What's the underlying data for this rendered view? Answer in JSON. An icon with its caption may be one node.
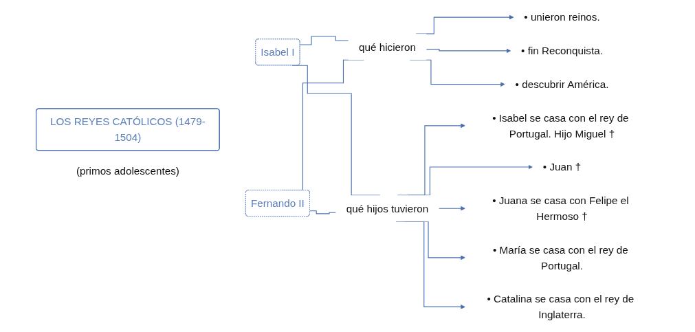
{
  "diagram": {
    "nodes": [
      {
        "text": [
          "LOS REYES CATÓLICOS (1479-1504)"
        ]
      },
      {
        "text": [
          "Isabel I"
        ]
      },
      {
        "text": [
          "(primos adolescentes)"
        ]
      },
      {
        "text": [
          "Fernando II"
        ]
      },
      {
        "text": [
          "qué hicieron"
        ]
      },
      {
        "text": [
          "qué hijos tuvieron"
        ]
      },
      {
        "text": [
          "• unieron reinos."
        ]
      },
      {
        "text": [
          "• fin Reconquista."
        ]
      },
      {
        "text": [
          "• descubrir América."
        ]
      },
      {
        "text": [
          "• Isabel se casa con el rey de Portugal. Hijo Miguel †"
        ]
      },
      {
        "text": [
          "• Juan †"
        ]
      },
      {
        "text": [
          "• Juana se casa con Felipe el Hermoso †"
        ]
      },
      {
        "text": [
          "• María se casa con el rey de Portugal."
        ]
      },
      {
        "text": [
          "• Catalina se casa con el rey de Inglaterra."
        ]
      }
    ],
    "edges": [
      {
        "from": 1,
        "to": 4,
        "arrow": "none"
      },
      {
        "from": 1,
        "to": 5,
        "arrow": "none"
      },
      {
        "from": 3,
        "to": 4,
        "arrow": "none"
      },
      {
        "from": 3,
        "to": 5,
        "arrow": "none"
      },
      {
        "from": 4,
        "to": 6,
        "arrow": "to"
      },
      {
        "from": 4,
        "to": 7,
        "arrow": "to"
      },
      {
        "from": 4,
        "to": 8,
        "arrow": "to"
      },
      {
        "from": 5,
        "to": 9,
        "arrow": "to"
      },
      {
        "from": 5,
        "to": 10,
        "arrow": "to"
      },
      {
        "from": 5,
        "to": 11,
        "arrow": "to"
      },
      {
        "from": 5,
        "to": 12,
        "arrow": "to"
      },
      {
        "from": 5,
        "to": 13,
        "arrow": "to"
      }
    ]
  }
}
